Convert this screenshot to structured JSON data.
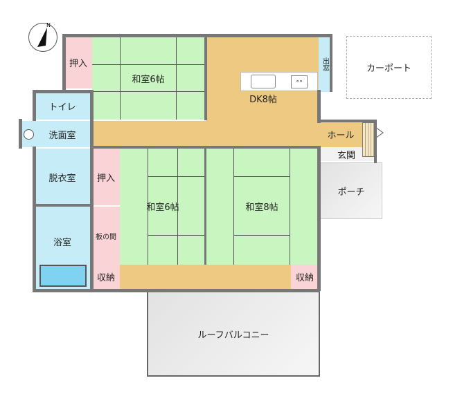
{
  "compass": {
    "label": "N"
  },
  "rooms": {
    "oshiire_top": "押入",
    "washitsu6_top": "和室6帖",
    "dk": "DK8帖",
    "demado": "出窓",
    "carport": "カーポート",
    "toilet": "トイレ",
    "senmen": "洗面室",
    "hall": "ホール",
    "genkan": "玄関",
    "datsui": "脱衣室",
    "oshiire_mid": "押入",
    "washitsu6_mid": "和室6帖",
    "washitsu8": "和室8帖",
    "porch": "ポーチ",
    "itanoma": "板の間",
    "yokushitsu": "浴室",
    "shuno_left": "収納",
    "shuno_right": "収納",
    "balcony": "ルーフバルコニー"
  },
  "colors": {
    "tatami": "#c8f5c0",
    "closet": "#f9d3d6",
    "wood": "#edc981",
    "water": "#c5ecf7",
    "wall": "#777777"
  }
}
